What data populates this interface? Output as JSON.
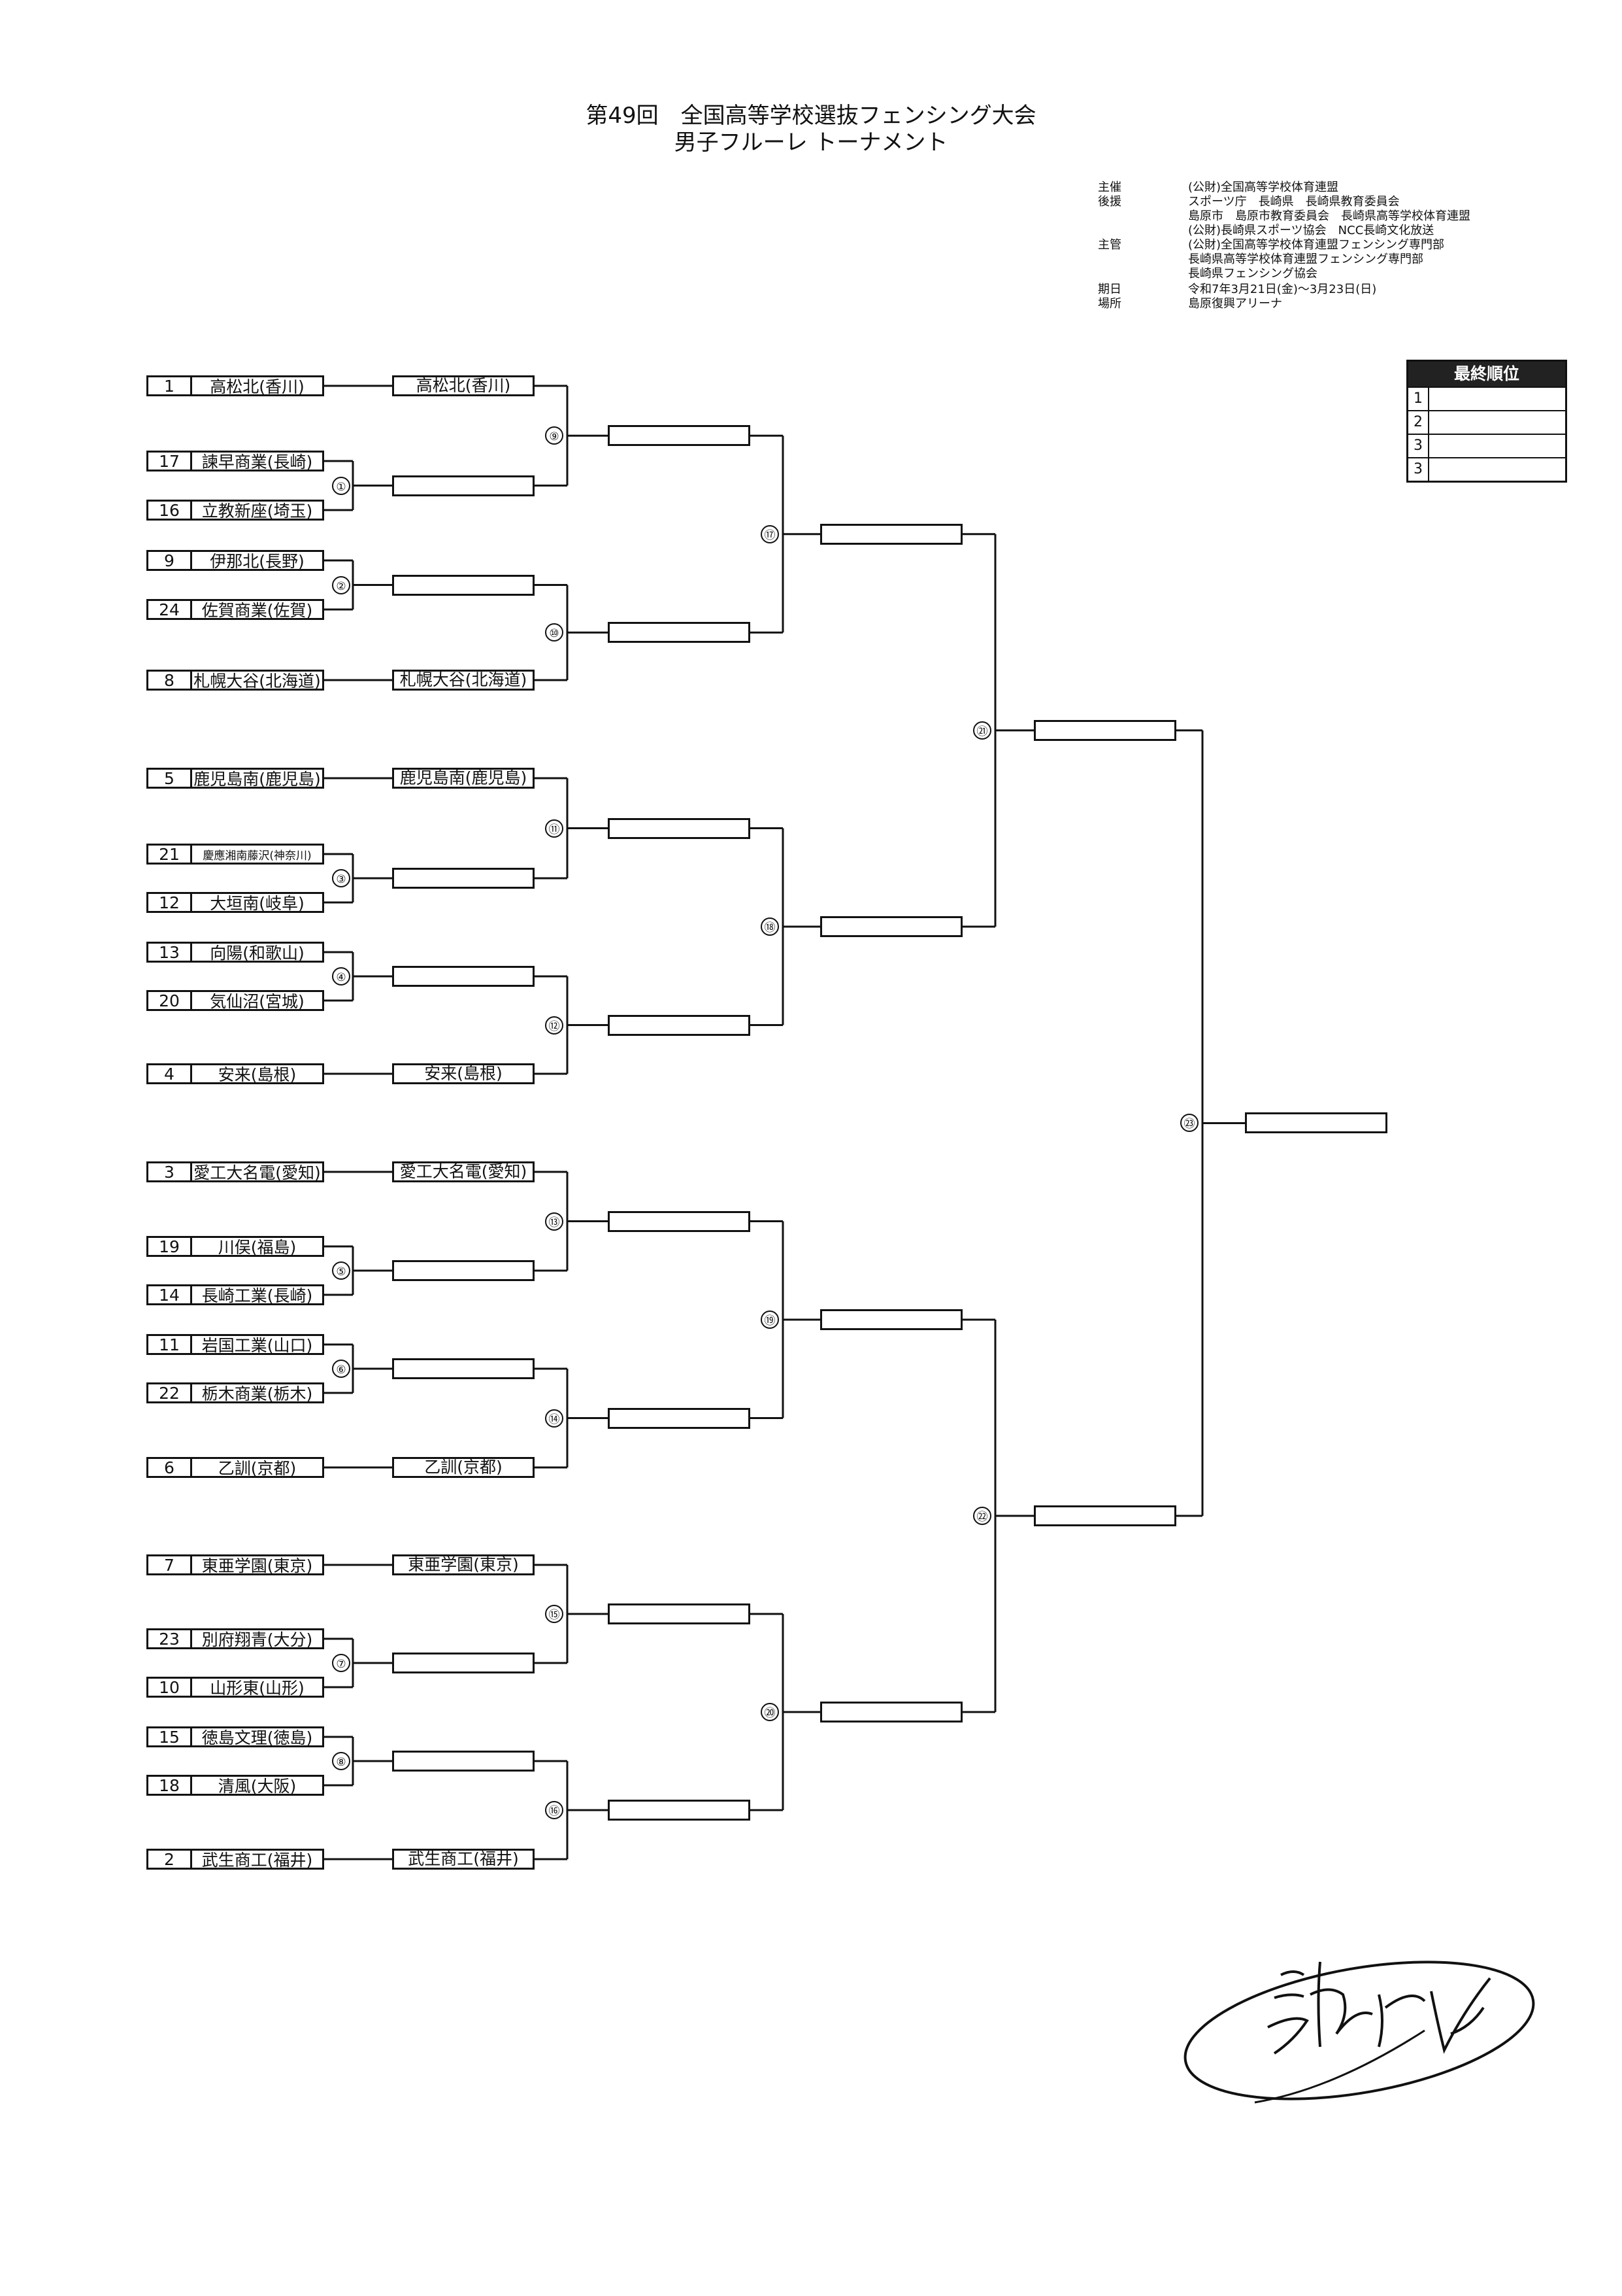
{
  "header": {
    "title": "第49回　全国高等学校選抜フェンシング大会",
    "subtitle": "男子フルーレ トーナメント"
  },
  "organizers": [
    {
      "label": "主催",
      "lines": [
        "(公財)全国高等学校体育連盟"
      ]
    },
    {
      "label": "後援",
      "lines": [
        "スポーツ庁　長崎県　長崎県教育委員会",
        "島原市　島原市教育委員会　長崎県高等学校体育連盟",
        "(公財)長崎県スポーツ協会　NCC長崎文化放送"
      ]
    },
    {
      "label": "主管",
      "lines": [
        "(公財)全国高等学校体育連盟フェンシング専門部",
        "長崎県高等学校体育連盟フェンシング専門部",
        "長崎県フェンシング協会"
      ]
    },
    {
      "label": "期日",
      "lines": [
        "令和7年3月21日(金)〜3月23日(日)"
      ]
    },
    {
      "label": "場所",
      "lines": [
        "島原復興アリーナ"
      ]
    }
  ],
  "final_ranking": {
    "title": "最終順位",
    "rows": [
      {
        "rank": "1",
        "team": ""
      },
      {
        "rank": "2",
        "team": ""
      },
      {
        "rank": "3",
        "team": ""
      },
      {
        "rank": "3",
        "team": ""
      }
    ]
  },
  "entries": [
    {
      "seed": "1",
      "name": "高松北(香川)"
    },
    {
      "seed": "17",
      "name": "諫早商業(長崎)"
    },
    {
      "seed": "16",
      "name": "立教新座(埼玉)"
    },
    {
      "seed": "9",
      "name": "伊那北(長野)"
    },
    {
      "seed": "24",
      "name": "佐賀商業(佐賀)"
    },
    {
      "seed": "8",
      "name": "札幌大谷(北海道)"
    },
    {
      "seed": "5",
      "name": "鹿児島南(鹿児島)"
    },
    {
      "seed": "21",
      "name": "慶應湘南藤沢(神奈川)"
    },
    {
      "seed": "12",
      "name": "大垣南(岐阜)"
    },
    {
      "seed": "13",
      "name": "向陽(和歌山)"
    },
    {
      "seed": "20",
      "name": "気仙沼(宮城)"
    },
    {
      "seed": "4",
      "name": "安来(島根)"
    },
    {
      "seed": "3",
      "name": "愛工大名電(愛知)"
    },
    {
      "seed": "19",
      "name": "川俣(福島)"
    },
    {
      "seed": "14",
      "name": "長崎工業(長崎)"
    },
    {
      "seed": "11",
      "name": "岩国工業(山口)"
    },
    {
      "seed": "22",
      "name": "栃木商業(栃木)"
    },
    {
      "seed": "6",
      "name": "乙訓(京都)"
    },
    {
      "seed": "7",
      "name": "東亜学園(東京)"
    },
    {
      "seed": "23",
      "name": "別府翔青(大分)"
    },
    {
      "seed": "10",
      "name": "山形東(山形)"
    },
    {
      "seed": "15",
      "name": "徳島文理(徳島)"
    },
    {
      "seed": "18",
      "name": "清風(大阪)"
    },
    {
      "seed": "2",
      "name": "武生商工(福井)"
    }
  ],
  "byes": [
    "高松北(香川)",
    "札幌大谷(北海道)",
    "鹿児島南(鹿児島)",
    "安来(島根)",
    "愛工大名電(愛知)",
    "乙訓(京都)",
    "東亜学園(東京)",
    "武生商工(福井)"
  ],
  "match_numbers": {
    "round1": [
      "①",
      "②",
      "③",
      "④",
      "⑤",
      "⑥",
      "⑦",
      "⑧"
    ],
    "round2": [
      "⑨",
      "⑩",
      "⑪",
      "⑫",
      "⑬",
      "⑭",
      "⑮",
      "⑯"
    ],
    "round3": [
      "⑰",
      "⑱",
      "⑲",
      "⑳"
    ],
    "semis": [
      "㉑",
      "㉒"
    ],
    "final": "㉓"
  }
}
